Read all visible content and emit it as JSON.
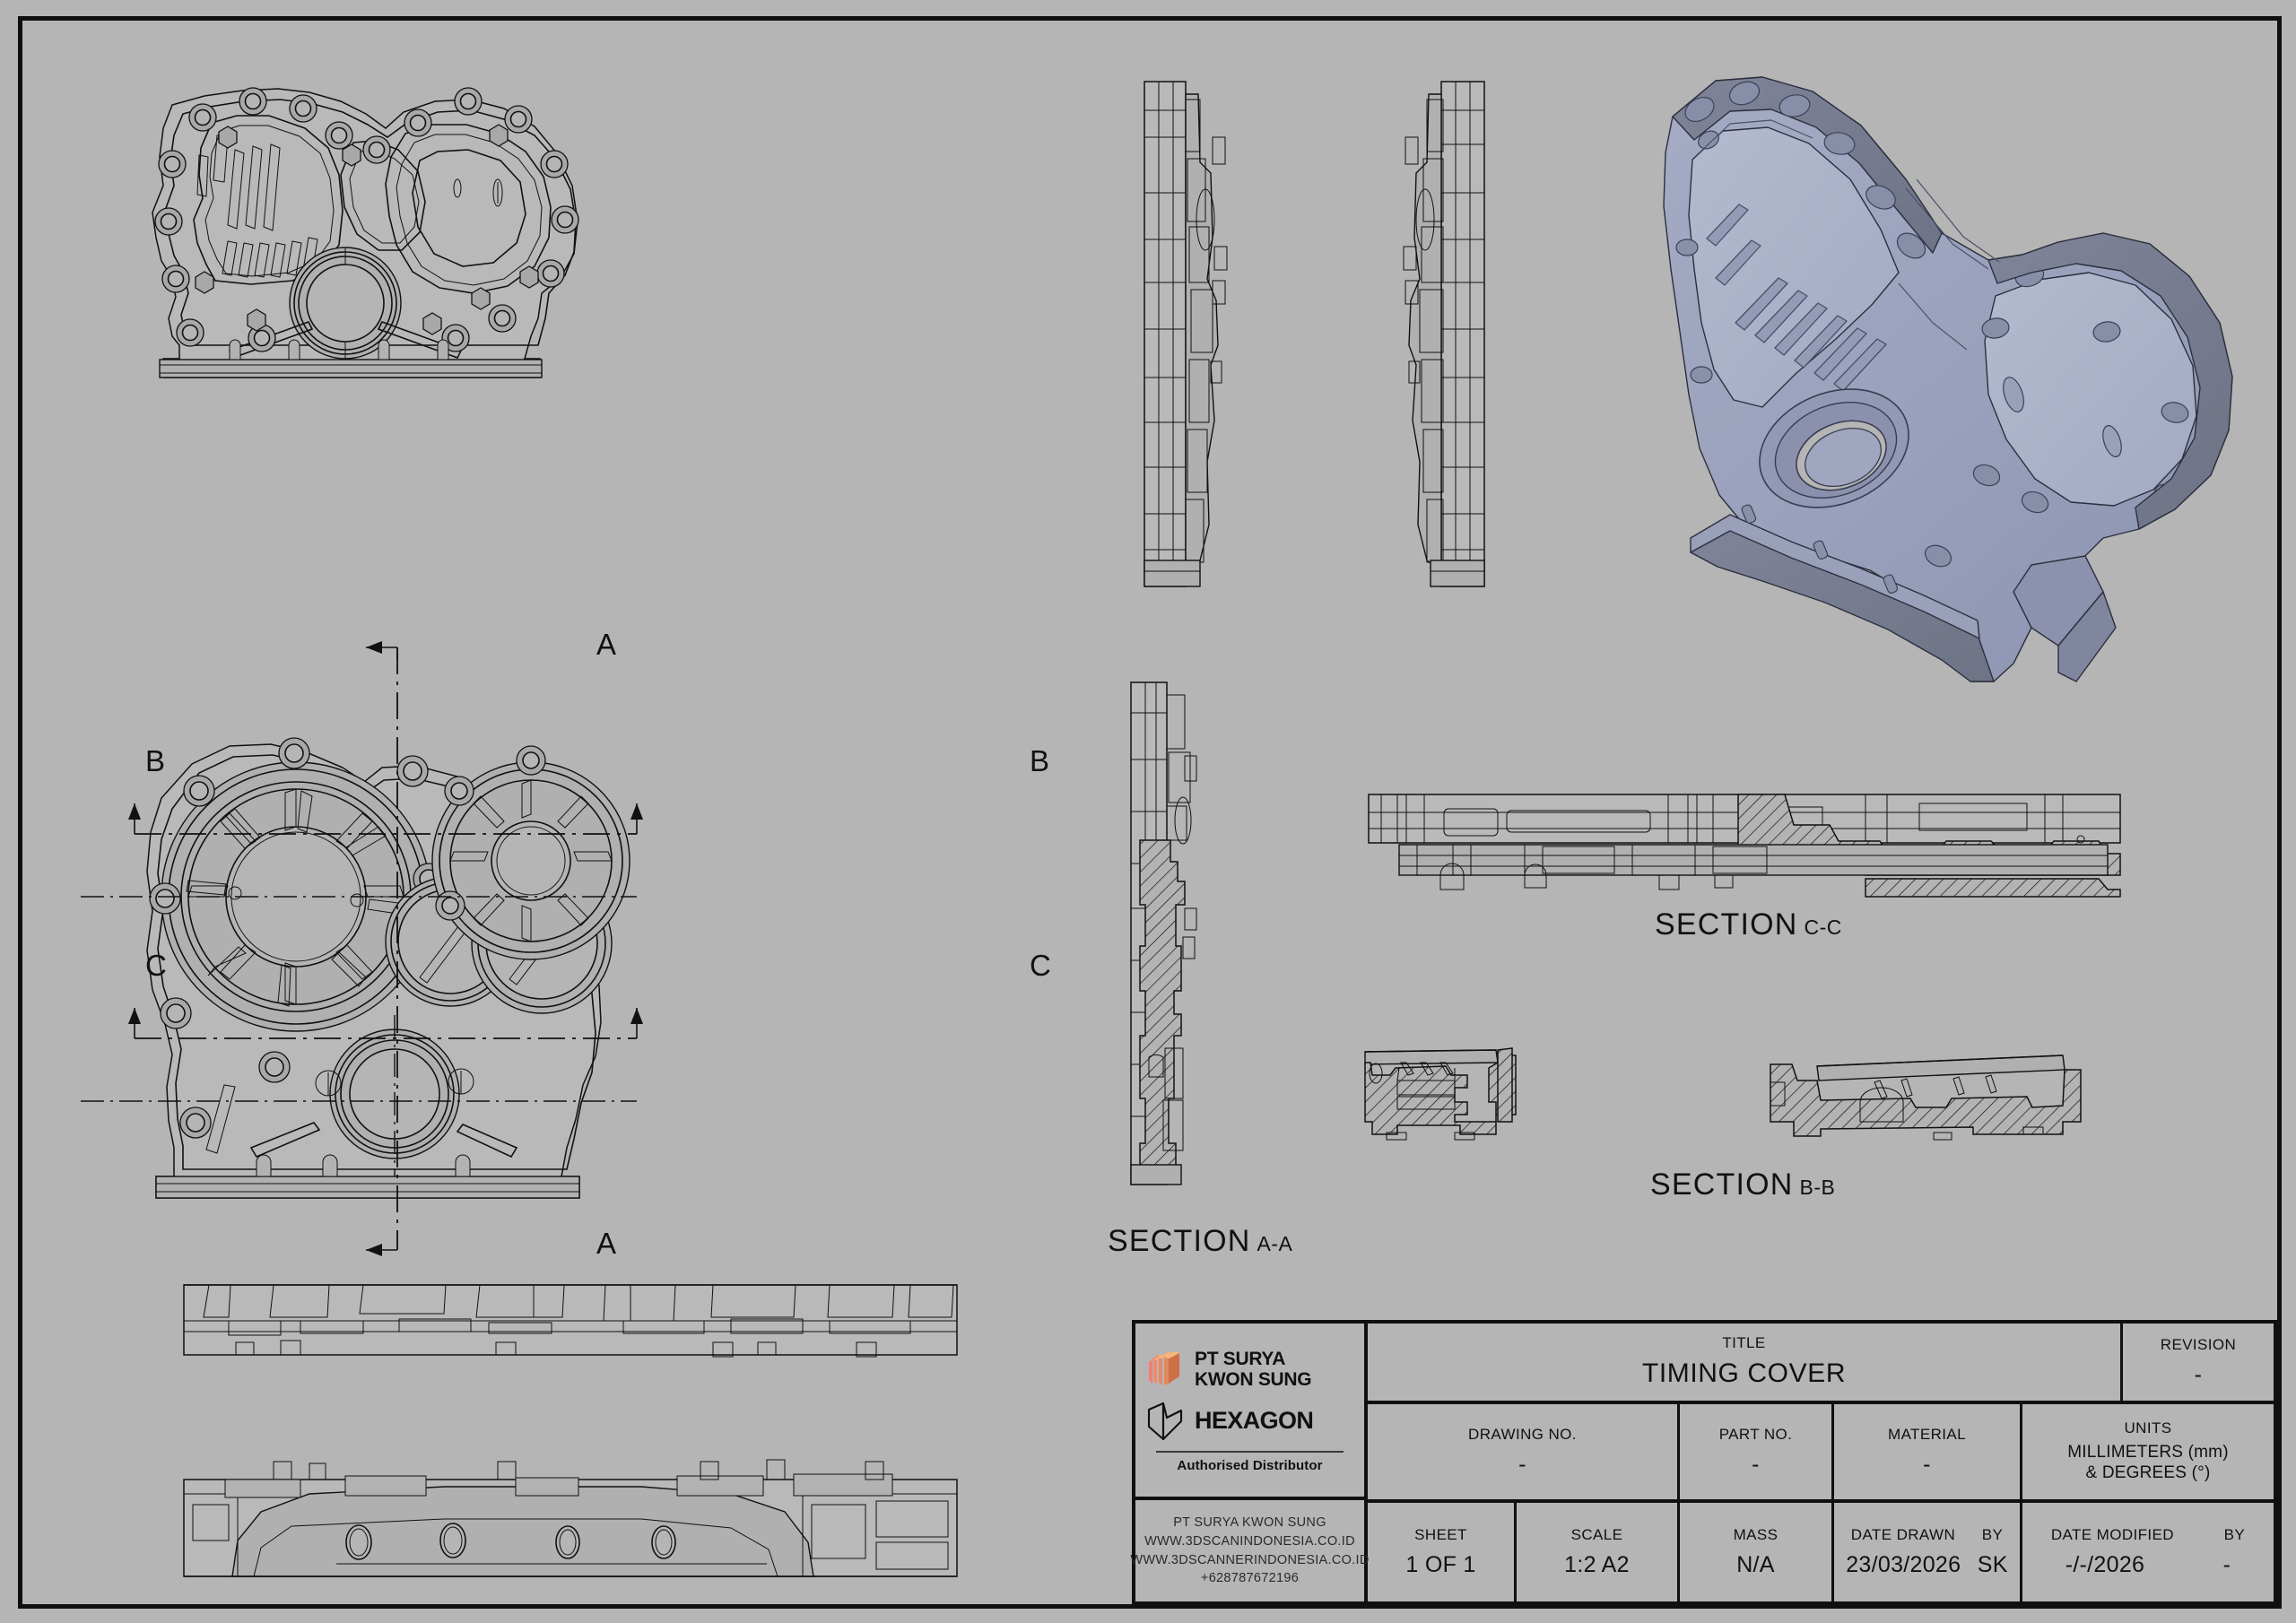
{
  "sheet": {
    "background_color": "#b5b5b5",
    "frame_color": "#101010"
  },
  "views": {
    "front_top": {
      "name": "front-elevation-view"
    },
    "front_bottom": {
      "name": "rear-elevation-view"
    },
    "side_left": {
      "name": "left-side-profile-view"
    },
    "side_right": {
      "name": "right-side-profile-view"
    },
    "top_plan": {
      "name": "top-plan-view"
    },
    "bottom_plan": {
      "name": "bottom-plan-view"
    },
    "isometric": {
      "name": "isometric-shaded-view",
      "shade_color": "#9ba3bd"
    },
    "section_aa": {
      "name": "section-aa-view"
    },
    "section_cc": {
      "name": "section-cc-view"
    },
    "section_bb_l": {
      "name": "section-bb-left-view"
    },
    "section_bb_r": {
      "name": "section-bb-right-view"
    }
  },
  "section_markers": {
    "a_top": "A",
    "a_bottom": "A",
    "b_left": "B",
    "b_right": "B",
    "c_left": "C",
    "c_right": "C"
  },
  "section_titles": {
    "aa": {
      "word": "SECTION",
      "id": "A-A"
    },
    "bb": {
      "word": "SECTION",
      "id": "B-B"
    },
    "cc": {
      "word": "SECTION",
      "id": "C-C"
    }
  },
  "title_block": {
    "company": {
      "line1": "PT SURYA",
      "line2": "KWON SUNG"
    },
    "partner": "HEXAGON",
    "authorised": "Authorised Distributor",
    "contact": {
      "name": "PT SURYA KWON SUNG",
      "web1": "WWW.3DSCANINDONESIA.CO.ID",
      "web2": "WWW.3DSCANNERINDONESIA.CO.ID",
      "phone": "+628787672196"
    },
    "title": {
      "label": "TITLE",
      "value": "TIMING COVER"
    },
    "revision": {
      "label": "REVISION",
      "value": "-"
    },
    "drawing_no": {
      "label": "DRAWING NO.",
      "value": "-"
    },
    "part_no": {
      "label": "PART NO.",
      "value": "-"
    },
    "material": {
      "label": "MATERIAL",
      "value": "-"
    },
    "units": {
      "label": "UNITS",
      "line1": "MILLIMETERS (mm)",
      "line2": "& DEGREES (°)"
    },
    "sheet": {
      "label": "SHEET",
      "value": "1 OF 1"
    },
    "scale": {
      "label": "SCALE",
      "value": "1:2   A2"
    },
    "mass": {
      "label": "MASS",
      "value": "N/A"
    },
    "date_drawn": {
      "label": "DATE DRAWN",
      "by_label": "BY",
      "value": "23/03/2026",
      "by_value": "SK"
    },
    "date_modified": {
      "label": "DATE MODIFIED",
      "by_label": "BY",
      "value": "-/-/2026",
      "by_value": "-"
    },
    "logo_colors": {
      "surya_light": "#f3a96a",
      "surya_mid": "#e0794a",
      "surya_dark": "#c96c4a",
      "surya_pink": "#f08878"
    }
  }
}
